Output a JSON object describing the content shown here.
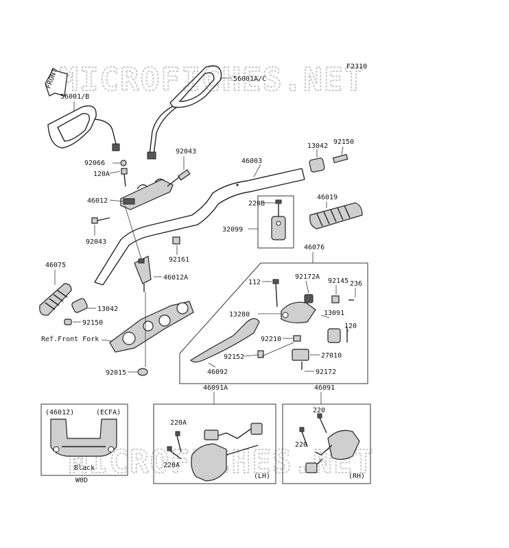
{
  "figure_code": "F2310",
  "watermark": "MICROFICHES.NET",
  "front_tag": "FRONT",
  "labels": {
    "mirror_right": "56001A/C",
    "mirror_left": "56001/B",
    "bolt_92043_top": "92043",
    "bolt_92066": "92066",
    "bolt_120A": "120A",
    "holder_46012": "46012",
    "bolt_92043_left": "92043",
    "handlebar_46003": "46003",
    "weight_13042_top": "13042",
    "bolt_92150_top": "92150",
    "bolt_220B": "220B",
    "clamp_32099": "32099",
    "grip_46019": "46019",
    "nut_92161": "92161",
    "holder_46012A": "46012A",
    "grip_46075": "46075",
    "weight_13042_left": "13042",
    "bolt_92150_left": "92150",
    "ref_front_fork": "Ref.Front Fork",
    "washer_92015": "92015",
    "lever_assy_46076": "46076",
    "bolt_112": "112",
    "nut_92172A": "92172A",
    "clamp_92145": "92145",
    "screw_236": "236",
    "pivot_13280": "13280",
    "holder_13091": "13091",
    "bolt_120": "120",
    "collar_92210": "92210",
    "switch_27010": "27010",
    "bolt_92152": "92152",
    "screw_92172": "92172",
    "lever_46092": "46092",
    "switch_lh_46091A": "46091A",
    "switch_rh_46091": "46091",
    "screw_220A_top": "220A",
    "screw_220A_bottom": "220A",
    "lh_tag": "(LH)",
    "screw_220_top": "220",
    "screw_220_bottom": "220",
    "rh_tag": "(RH)",
    "inset_code": "(46012)",
    "inset_variant": "(ECFA)",
    "inset_color": "Black",
    "inset_caption": "W0D"
  }
}
